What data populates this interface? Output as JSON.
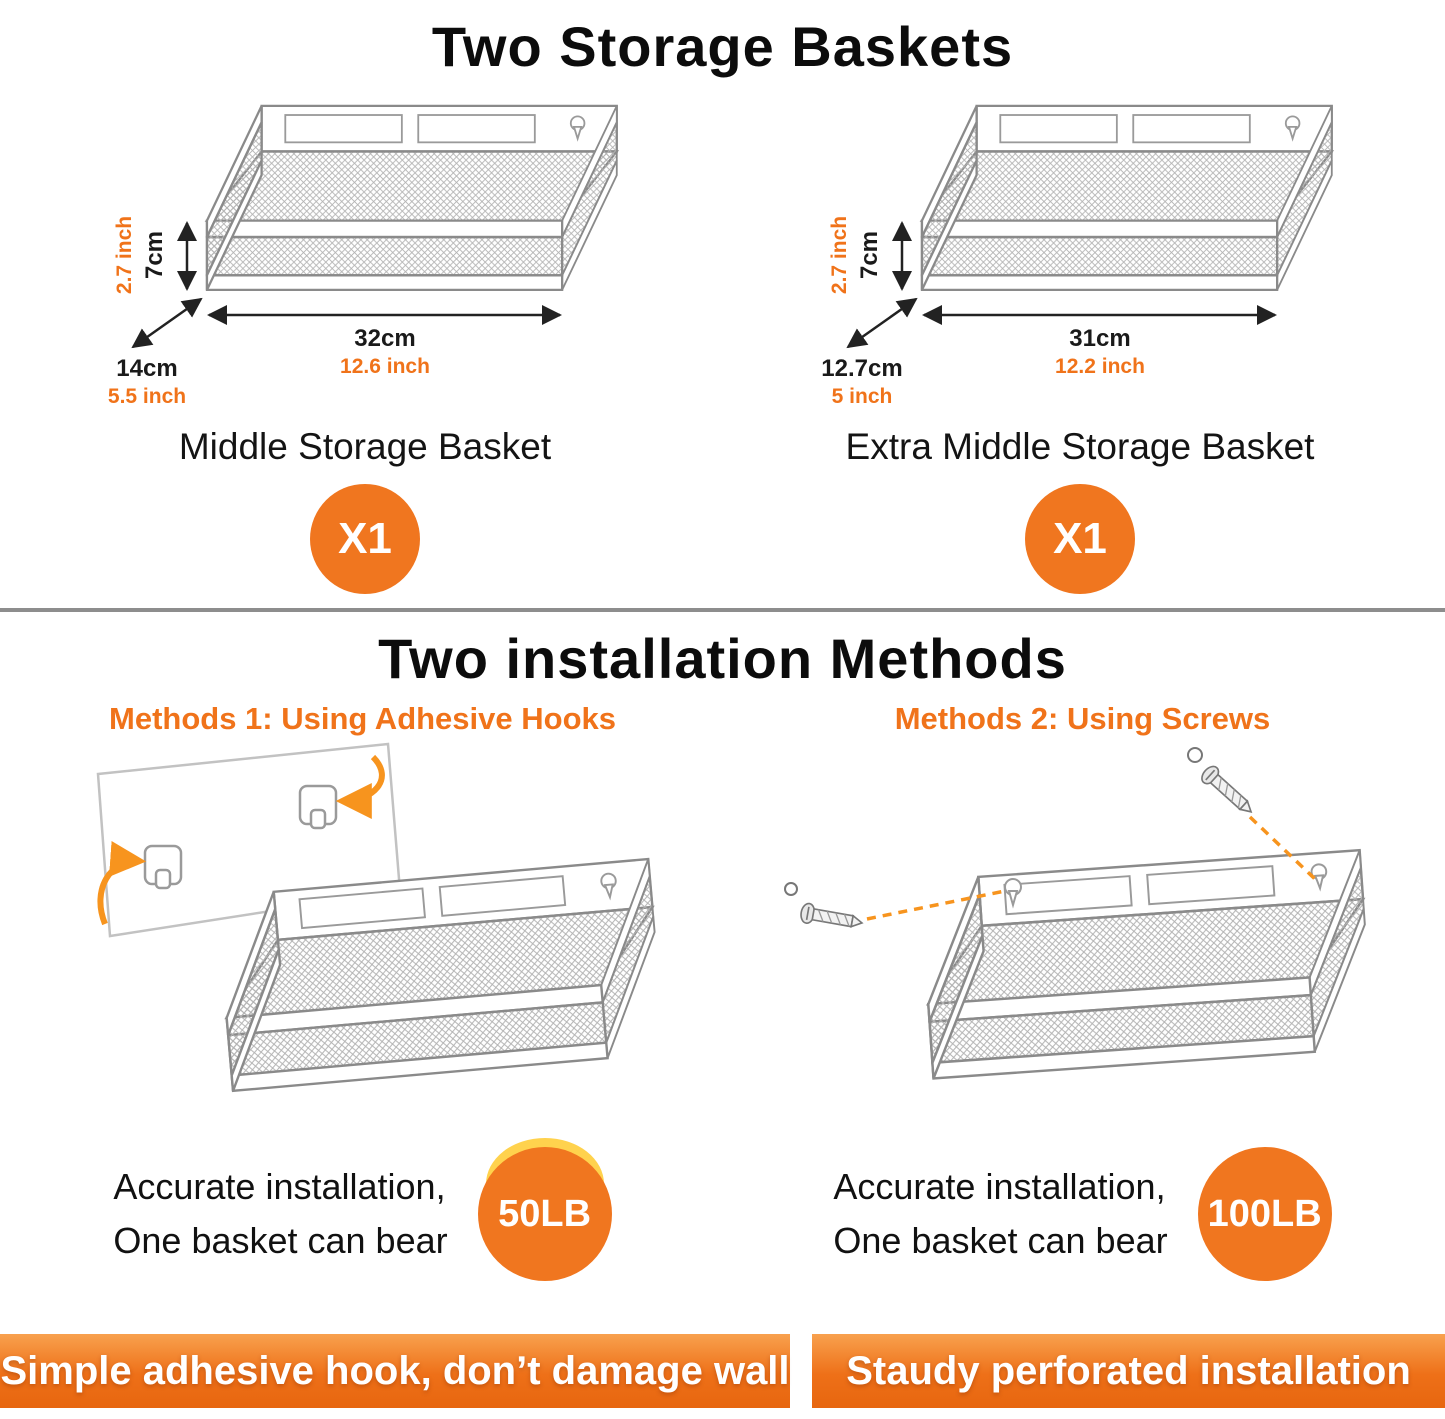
{
  "section_baskets": {
    "title": "Two Storage Baskets",
    "items": [
      {
        "name": "Middle Storage Basket",
        "qty": "X1",
        "height_metric": "7cm",
        "height_imperial": "2.7 inch",
        "depth_metric": "14cm",
        "depth_imperial": "5.5 inch",
        "width_metric": "32cm",
        "width_imperial": "12.6 inch"
      },
      {
        "name": "Extra Middle Storage Basket",
        "qty": "X1",
        "height_metric": "7cm",
        "height_imperial": "2.7 inch",
        "depth_metric": "12.7cm",
        "depth_imperial": "5 inch",
        "width_metric": "31cm",
        "width_imperial": "12.2 inch"
      }
    ]
  },
  "section_installation": {
    "title": "Two installation Methods",
    "methods": [
      {
        "heading": "Methods 1: Using Adhesive Hooks",
        "line1": "Accurate installation,",
        "line2": "One basket can bear",
        "capacity": "50LB",
        "banner": "Simple adhesive hook, don’t damage wall"
      },
      {
        "heading": "Methods 2: Using Screws",
        "line1": "Accurate installation,",
        "line2": "One basket can bear",
        "capacity": "100LB",
        "banner": "Staudy perforated installation"
      }
    ]
  },
  "colors": {
    "accent_orange": "#F0731A",
    "badge_orange": "#F0761F",
    "banner_orange": "#ED6D15",
    "highlight_yellow": "#FFD24D"
  }
}
